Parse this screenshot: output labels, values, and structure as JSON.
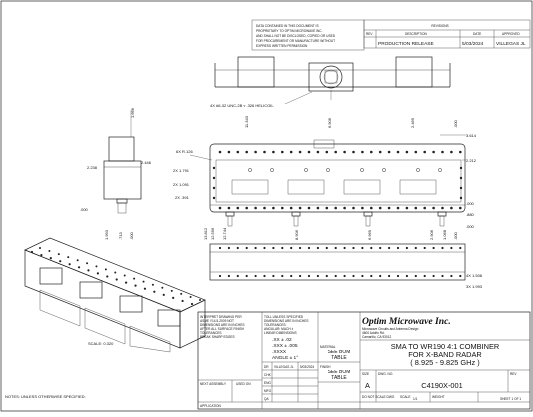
{
  "notice": {
    "lines": [
      "DATA CONTAINED IN THIS DOCUMENT IS",
      "PROPRIETARY TO OPTIM MICROWAVE INC.",
      "AND SHALL NOT BE DISCLOSED, COPIED OR USED",
      "FOR PROCUREMENT OR MANUFACTURE WITHOUT",
      "EXPRESS WRITTEN PERMISSION"
    ]
  },
  "revisions": {
    "header": "REVISIONS",
    "columns": [
      "REV",
      "DESCRIPTION",
      "DATE",
      "APPROVED"
    ],
    "row": {
      "description": "PRODUCTION RELEASE",
      "date": "5/03/2024",
      "approved": "VILLEGAS JL"
    }
  },
  "dimensions": {
    "helicoil": "4X #6-32 UNC-2B ▿ .326 HELICOIL",
    "top_width": "6.906",
    "left_top": "1.666",
    "d_2446": "2.446",
    "d_2238": "2.238",
    "d_000_left": ".000",
    "d_1993": "1.993",
    "d_713": ".713",
    "d_000_lb": ".000",
    "radius": "6X R.126",
    "ref_1791": "2X 1.791",
    "ref_1091": "2X 1.091",
    "ref_391": "2X .391",
    "front_13812": "13.812",
    "front_12556": "12.556",
    "front_12744": "12.744",
    "front_11343": "11.343",
    "front_8906": "8.906",
    "front_6906": "6.906",
    "front_2469": "2.469",
    "front_000_top": ".000",
    "front_6969": "6.969",
    "front_2906": "2.906",
    "front_1068": "1.068",
    "front_000_bot": ".000",
    "front_3614": "3.614",
    "front_2212": "2.212",
    "front_000_r": ".000",
    "front_880": ".880",
    "front_000_r2": ".000",
    "bottom_1508": "4X 1.508",
    "bottom_1993": "3X 1.993"
  },
  "scale_note": "SCALE: 0.320",
  "notes": "NOTES: UNLESS OTHERWISE SPECIFIED:",
  "title_block": {
    "interp": [
      "INTERPRET DRAWING PER",
      "ASME Y14.5-2009 NOT",
      "DIMENSIONS ARE IN INCHES",
      "AFTER ALL SURFACE FINISH",
      "TOLERANCES",
      "BREAK SHARP EDGES",
      "NEXT ASSEMBLY"
    ],
    "tolerance_head": [
      "TOLL UNLESS SPECIFIED",
      "DIMENSIONS ARE IN INCHES",
      "TOLERANCES:",
      "ANGULAR: MACH ±",
      "LINEAR DIMENSIONS"
    ],
    "tolerances": [
      ".XX   ± .02",
      ".XXX  ± .005",
      ".XXXX",
      "ANGLE ± 1°"
    ],
    "drawn_label": "DR",
    "drawn_name": "VILLEGAS JL",
    "drawn_date": "5/03/2024",
    "rows": [
      "CHK",
      "ENG",
      "MFG",
      "QA"
    ],
    "material_label": "MATERIAL",
    "material": "SEE BOM TABLE",
    "finish_label": "FINISH",
    "finish": "SEE BOM TABLE",
    "next_assy": "NEXT ASSEMBLY",
    "used_on": "USED ON",
    "application": "APPLICATION",
    "company": "Optim Microwave Inc.",
    "company_lines": [
      "Microwave Circuits and Antenna Design",
      "4600 Adolfo Rd.",
      "Camarillo, CA 93012"
    ],
    "title_lines": [
      "SMA TO WR190 4:1 COMBINER",
      "FOR X-BAND RADAR",
      "( 8.925 - 9.825 GHz )"
    ],
    "size_label": "SIZE",
    "size": "A",
    "dwg_label": "DWG. NO.",
    "dwg_no": "C4190X-001",
    "rev_label": "REV",
    "dont_scale": "DO NOT SCALE DWG",
    "scale_label": "SCALE",
    "scale": "1/1",
    "weight_label": "WEIGHT",
    "sheet": "SHEET 1 OF 1"
  }
}
